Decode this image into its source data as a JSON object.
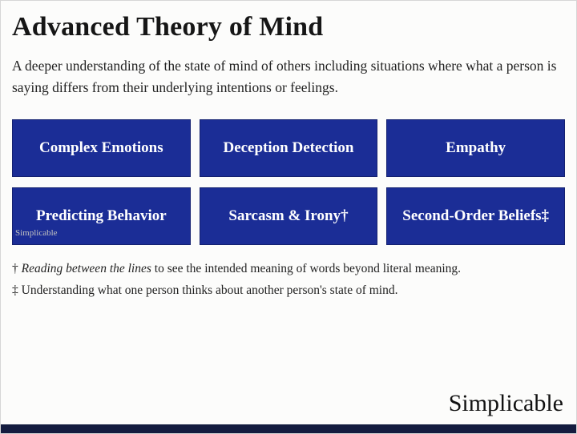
{
  "page": {
    "title": "Advanced Theory of Mind",
    "description": "A deeper understanding of the state of mind of others including situations where what a person is saying differs from their underlying intentions or feelings.",
    "watermark": "Simplicable",
    "brand": "Simplicable"
  },
  "colors": {
    "box_blue": "#1b2d96",
    "bottom_bar_navy": "#141c3f"
  },
  "grid": {
    "cells": [
      {
        "label": "Complex Emotions"
      },
      {
        "label": "Deception Detection"
      },
      {
        "label": "Empathy"
      },
      {
        "label": "Predicting Behavior"
      },
      {
        "label": "Sarcasm & Irony†"
      },
      {
        "label": "Second-Order Beliefs‡"
      }
    ]
  },
  "footnotes": [
    {
      "marker": "† ",
      "italic": "Reading between the lines",
      "rest": " to see the intended meaning of words beyond literal meaning."
    },
    {
      "marker": "‡ ",
      "italic": "",
      "rest": "Understanding what one person thinks about another person's state of mind."
    }
  ]
}
